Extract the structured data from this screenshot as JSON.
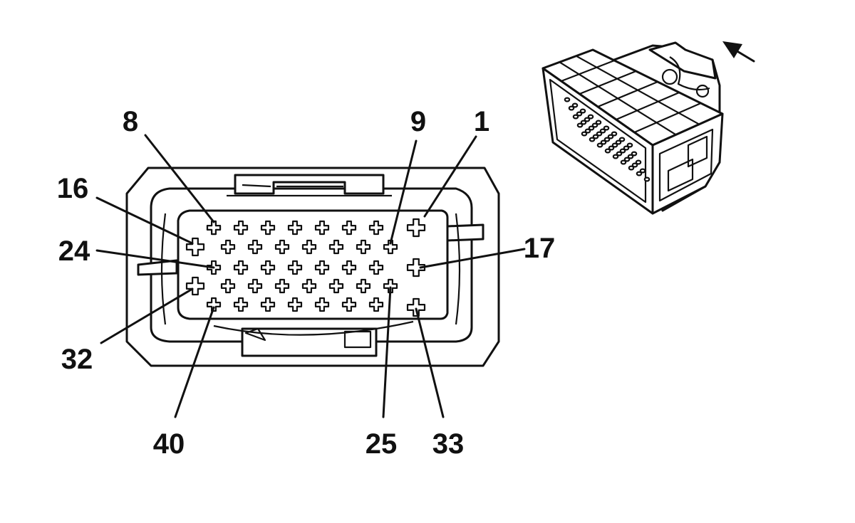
{
  "diagram": {
    "labels": [
      "8",
      "9",
      "1",
      "16",
      "24",
      "17",
      "32",
      "40",
      "25",
      "33"
    ],
    "colors": {
      "ink": "#111111",
      "background": "#ffffff"
    },
    "icons": [
      "view-direction-arrow-icon",
      "connector-3d-view-icon"
    ]
  }
}
